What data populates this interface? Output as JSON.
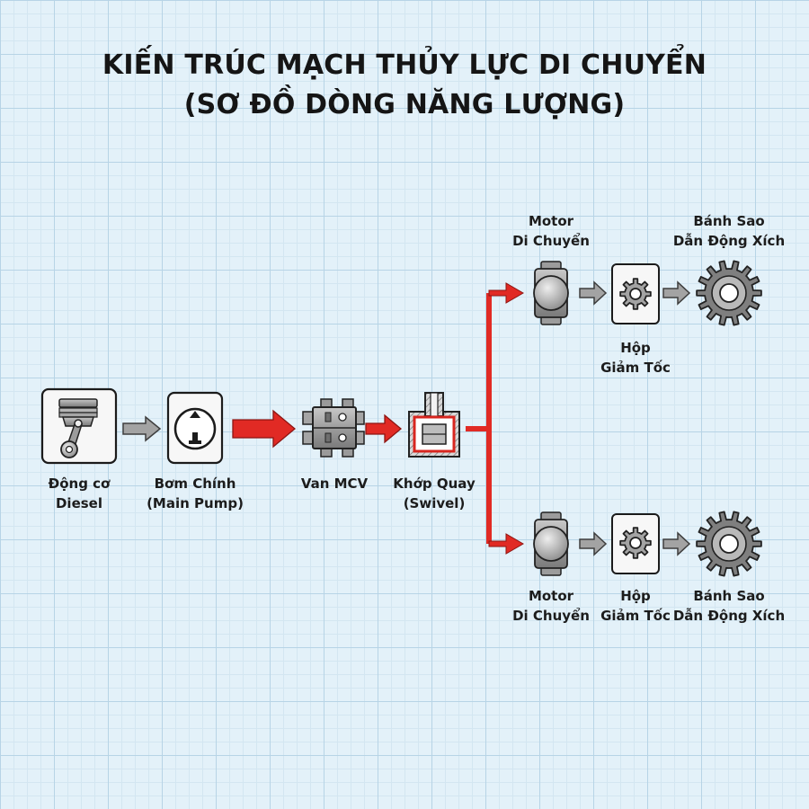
{
  "title": {
    "line1": "KIẾN TRÚC MẠCH THỦY LỰC DI CHUYỂN",
    "line2": "(SƠ ĐỒ DÒNG NĂNG LƯỢNG)"
  },
  "nodes": {
    "engine": {
      "l1": "Động cơ",
      "l2": "Diesel"
    },
    "pump": {
      "l1": "Bơm Chính",
      "l2": "(Main Pump)"
    },
    "valve": {
      "l1": "Van MCV"
    },
    "swivel": {
      "l1": "Khớp Quay",
      "l2": "(Swivel)"
    },
    "top": {
      "motor": {
        "l1": "Motor",
        "l2": "Di Chuyển"
      },
      "gearbox": {
        "l1": "Hộp",
        "l2": "Giảm Tốc"
      },
      "sprocket": {
        "l1": "Bánh Sao",
        "l2": "Dẫn Động Xích"
      }
    },
    "bottom": {
      "motor": {
        "l1": "Motor",
        "l2": "Di Chuyển"
      },
      "gearbox": {
        "l1": "Hộp",
        "l2": "Giảm Tốc"
      },
      "sprocket": {
        "l1": "Bánh Sao",
        "l2": "Dẫn Động Xích"
      }
    }
  },
  "colors": {
    "hydraulic_flow": "#e12a24",
    "mechanical_flow": "#9a9a9a",
    "grid_background": "#e3f1f9"
  }
}
